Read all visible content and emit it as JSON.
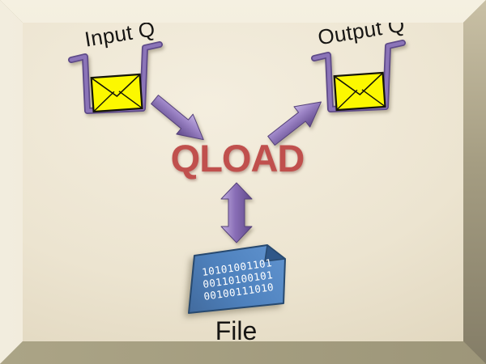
{
  "diagram": {
    "title": "QLOAD",
    "input_queue_label": "Input Q",
    "output_queue_label": "Output Q",
    "file_label": "File",
    "file_binary_lines": [
      "10101001101",
      "00110100101",
      "00100111010"
    ],
    "icons": {
      "input_queue": "queue-container-icon",
      "output_queue": "queue-container-icon",
      "input_message": "envelope-icon",
      "output_message": "envelope-icon",
      "flow_in": "arrow-down-right-icon",
      "flow_out": "arrow-up-right-icon",
      "file_sync": "double-headed-arrow-icon",
      "file": "binary-file-icon"
    },
    "colors": {
      "title_red": "#c0504d",
      "queue_purple": "#7b64a5",
      "arrow_purple_light": "#c3b1e2",
      "arrow_purple_dark": "#5f4889",
      "envelope_yellow": "#fcf800",
      "file_blue": "#4e81bd",
      "file_fold_blue": "#2f5788",
      "binary_text": "#ffffff",
      "label_text": "#161513",
      "background_cream": "#ece4d0",
      "frame_dark_olive": "#8c8570"
    }
  }
}
